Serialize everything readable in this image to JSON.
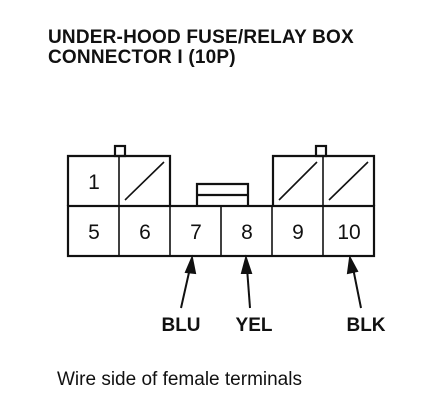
{
  "title": {
    "line1": "UNDER-HOOD FUSE/RELAY BOX",
    "line2": "CONNECTOR I (10P)"
  },
  "connector": {
    "pins": {
      "p1": "1",
      "p5": "5",
      "p6": "6",
      "p7": "7",
      "p8": "8",
      "p9": "9",
      "p10": "10"
    },
    "unused_cavities": [
      "2",
      "3",
      "4"
    ]
  },
  "wires": {
    "p7": "BLU",
    "p8": "YEL",
    "p10": "BLK"
  },
  "caption": "Wire side of female terminals"
}
